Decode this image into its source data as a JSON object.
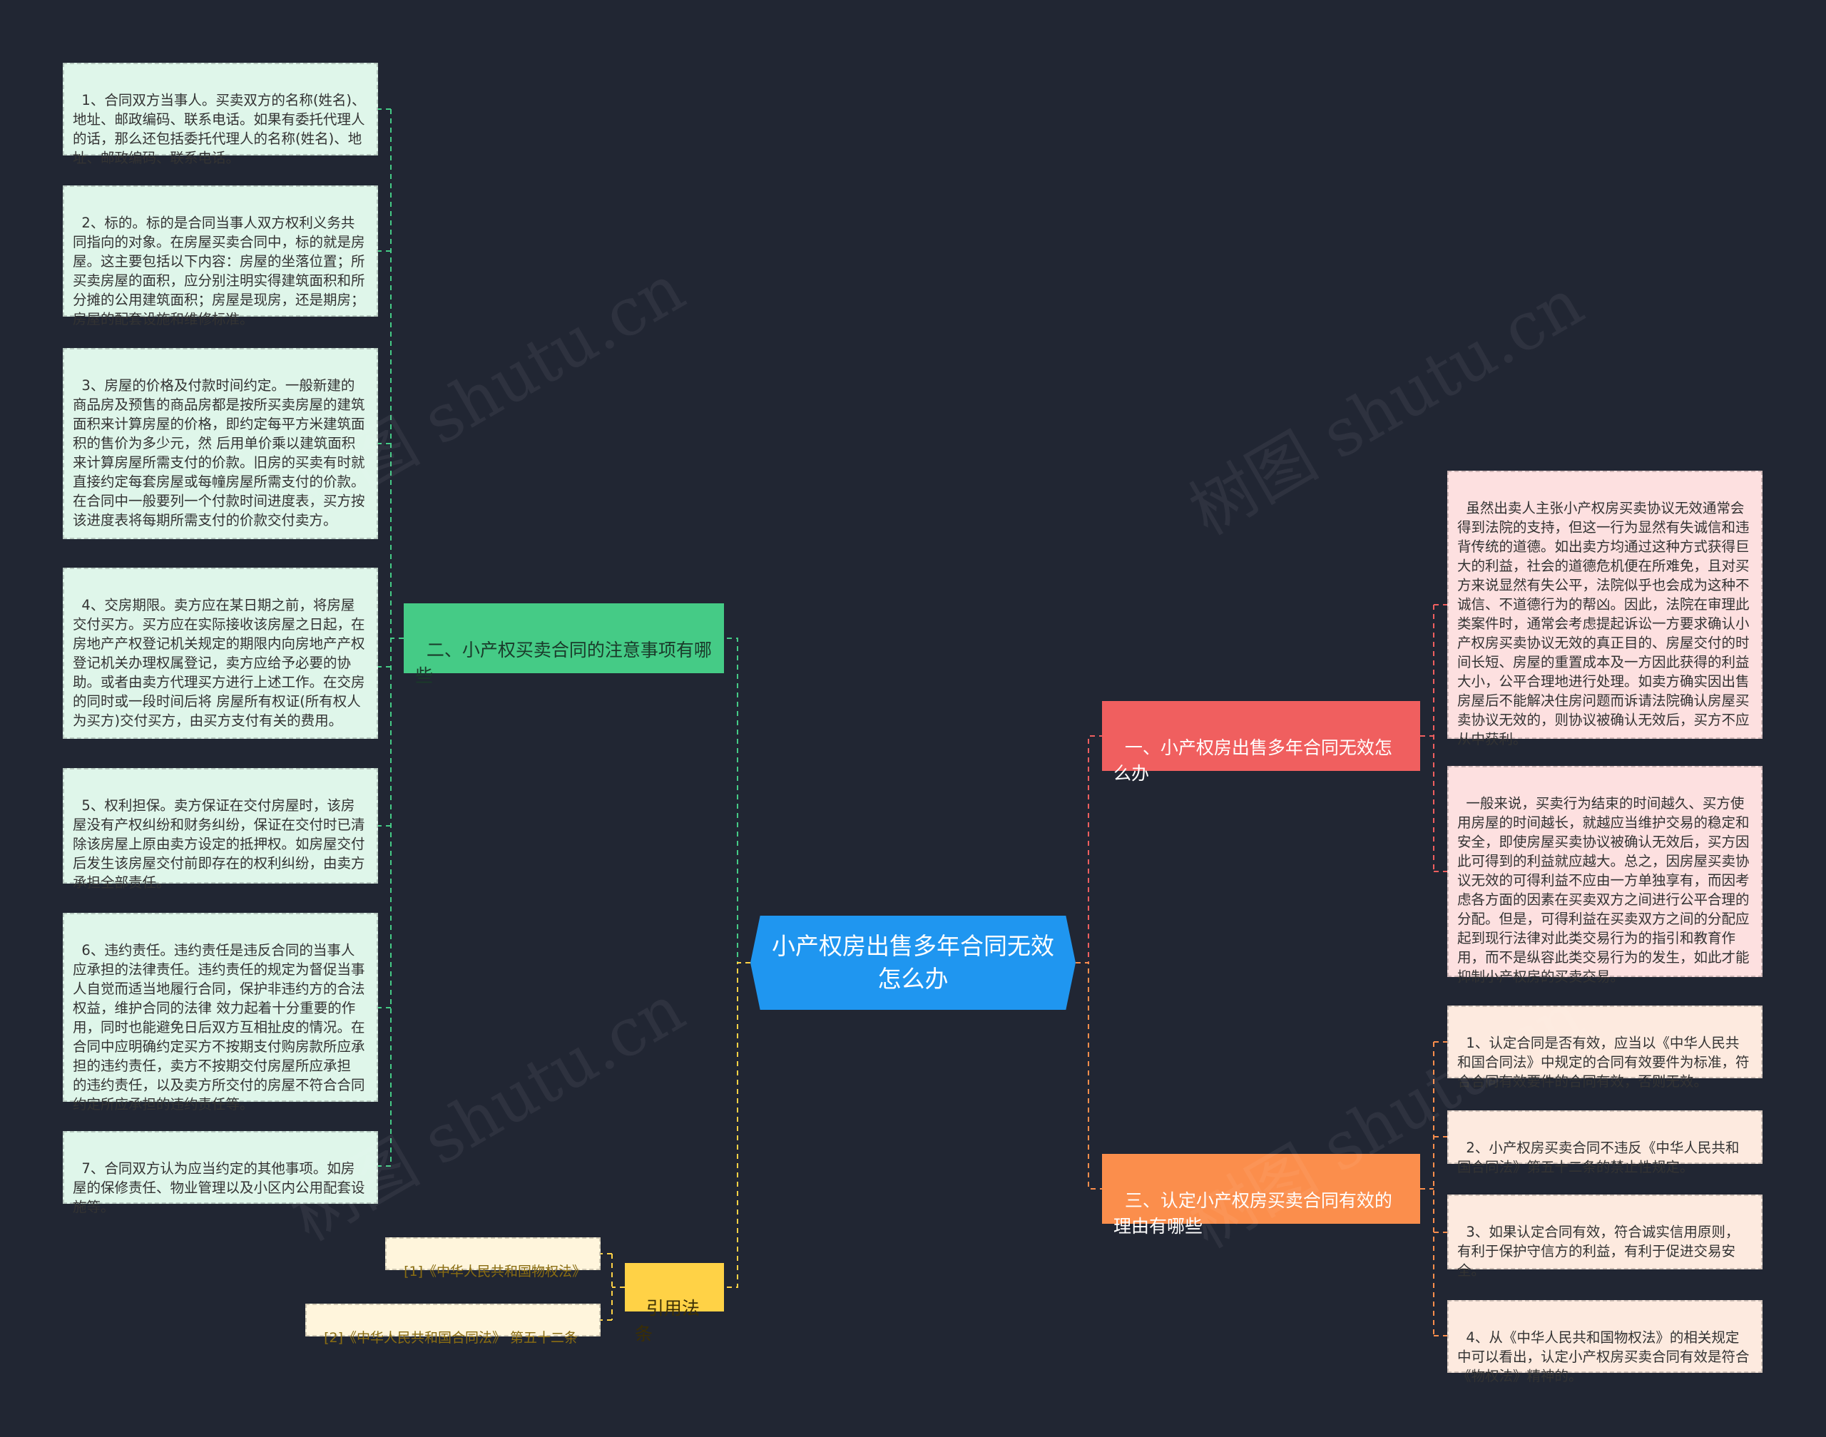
{
  "root": {
    "title": "小产权房出售多年合同无效怎么办"
  },
  "branches": {
    "b1": {
      "label": "一、小产权房出售多年合同无效怎么办",
      "items": [
        "虽然出卖人主张小产权房买卖协议无效通常会得到法院的支持，但这一行为显然有失诚信和违背传统的道德。如出卖方均通过这种方式获得巨大的利益，社会的道德危机便在所难免，且对买方来说显然有失公平，法院似乎也会成为这种不诚信、不道德行为的帮凶。因此，法院在审理此类案件时，通常会考虑提起诉讼一方要求确认小产权房买卖协议无效的真正目的、房屋交付的时间长短、房屋的重置成本及一方因此获得的利益大小，公平合理地进行处理。如卖方确实因出售房屋后不能解决住房问题而诉请法院确认房屋买卖协议无效的，则协议被确认无效后，买方不应从中获利。",
        "一般来说，买卖行为结束的时间越久、买方使用房屋的时间越长，就越应当维护交易的稳定和安全，即使房屋买卖协议被确认无效后，买方因此可得到的利益就应越大。总之，因房屋买卖协议无效的可得利益不应由一方单独享有，而因考虑各方面的因素在买卖双方之间进行公平合理的分配。但是，可得利益在买卖双方之间的分配应起到现行法律对此类交易行为的指引和教育作用，而不是纵容此类交易行为的发生，如此才能抑制小产权房的买卖交易。"
      ]
    },
    "b2": {
      "label": "二、小产权买卖合同的注意事项有哪些",
      "items": [
        "1、合同双方当事人。买卖双方的名称(姓名)、地址、邮政编码、联系电话。如果有委托代理人的话，那么还包括委托代理人的名称(姓名)、地址、邮政编码、联系电话。",
        "2、标的。标的是合同当事人双方权利义务共同指向的对象。在房屋买卖合同中，标的就是房屋。这主要包括以下内容：房屋的坐落位置；所买卖房屋的面积，应分别注明实得建筑面积和所分摊的公用建筑面积；房屋是现房，还是期房；房屋的配套设施和维修标准。",
        "3、房屋的价格及付款时间约定。一般新建的商品房及预售的商品房都是按所买卖房屋的建筑面积来计算房屋的价格，即约定每平方米建筑面积的售价为多少元，然 后用单价乘以建筑面积来计算房屋所需支付的价款。旧房的买卖有时就直接约定每套房屋或每幢房屋所需支付的价款。在合同中一般要列一个付款时间进度表，买方按该进度表将每期所需支付的价款交付卖方。",
        "4、交房期限。卖方应在某日期之前，将房屋交付买方。买方应在实际接收该房屋之日起，在 房地产产权登记机关规定的期限内向房地产产权登记机关办理权属登记，卖方应给予必要的协助。或者由卖方代理买方进行上述工作。在交房的同时或一段时间后将 房屋所有权证(所有权人为买方)交付买方，由买方支付有关的费用。",
        "5、权利担保。卖方保证在交付房屋时，该房屋没有产权纠纷和财务纠纷，保证在交付时已清除该房屋上原由卖方设定的抵押权。如房屋交付后发生该房屋交付前即存在的权利纠纷，由卖方承担全部责任。",
        "6、违约责任。违约责任是违反合同的当事人应承担的法律责任。违约责任的规定为督促当事人自觉而适当地履行合同，保护非违约方的合法权益，维护合同的法律 效力起着十分重要的作用，同时也能避免日后双方互相扯皮的情况。在合同中应明确约定买方不按期支付购房款所应承担的违约责任，卖方不按期交付房屋所应承担 的违约责任，以及卖方所交付的房屋不符合合同约定所应承担的违约责任等。",
        "7、合同双方认为应当约定的其他事项。如房屋的保修责任、物业管理以及小区内公用配套设施等。"
      ]
    },
    "b3": {
      "label": "三、认定小产权房买卖合同有效的理由有哪些",
      "items": [
        "1、认定合同是否有效，应当以《中华人民共和国合同法》中规定的合同有效要件为标准，符合合同有效要件的合同有效，否则无效。",
        "2、小产权房买卖合同不违反《中华人民共和国合同法》第五十二条的禁止性规定。",
        "3、如果认定合同有效，符合诚实信用原则，有利于保护守信方的利益，有利于促进交易安全。",
        "4、从《中华人民共和国物权法》的相关规定中可以看出，认定小产权房买卖合同有效是符合《物权法》精神的。"
      ]
    },
    "b4": {
      "label": "引用法条",
      "items": [
        "[1]《中华人民共和国物权法》",
        "[2]《中华人民共和国合同法》 第五十二条"
      ]
    }
  },
  "watermark": {
    "text": "树图 shutu.cn"
  },
  "colors": {
    "background": "#212633",
    "root": "#1f96f0",
    "branch_green": "#45cb86",
    "branch_red": "#f05f5f",
    "branch_orange": "#fb8e4c",
    "branch_yellow": "#ffd246",
    "leaf_green": "#dff6ea",
    "leaf_red": "#fde0e0",
    "leaf_orange": "#fdeadf",
    "leaf_yellow": "#fff5dc"
  }
}
